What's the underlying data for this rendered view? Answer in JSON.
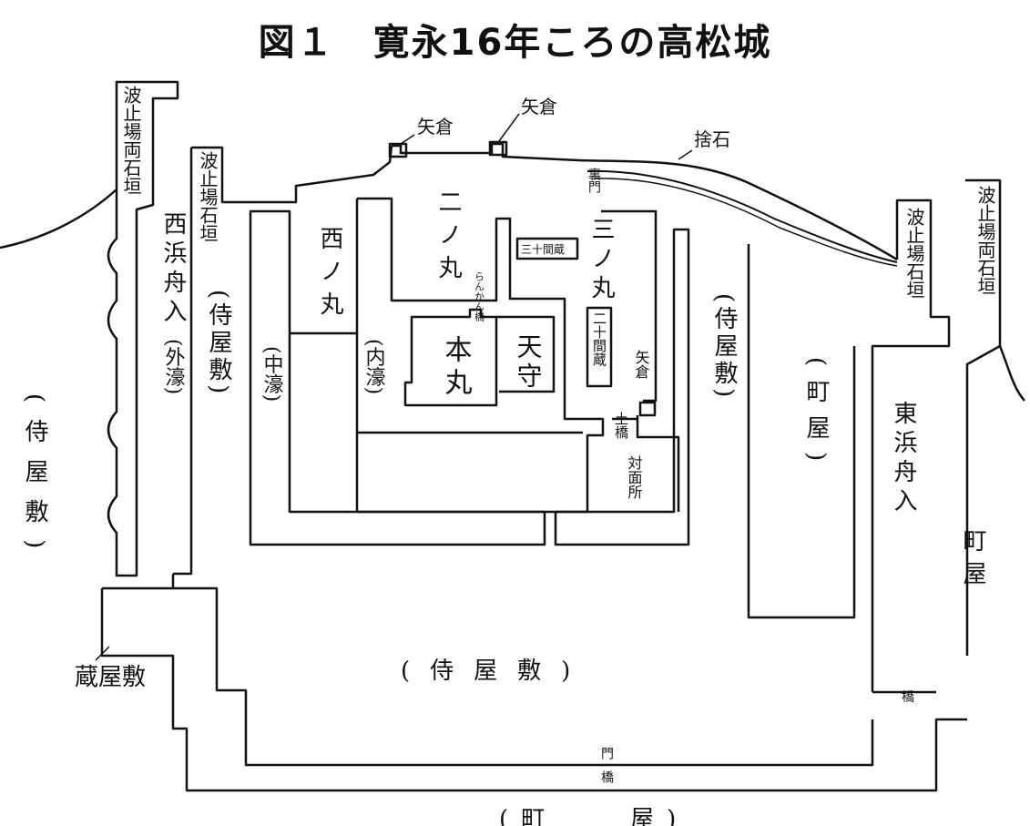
{
  "title": "図１　寛永16年ころの高松城",
  "labels": {
    "west_hama_funairi": "西浜舟入",
    "west_hama_moat_note": "(外濠)",
    "hatoba_ishigaki_west": "波止場両石垣",
    "hatoba_ishigaki_mid": "波止場石垣",
    "hatoba_ishigaki_east": "波止場石垣",
    "hatoba_ishigaki_far_east": "波止場両石垣",
    "samurai_yashiki_left": "(侍屋敷)",
    "samurai_yashiki_west": "(侍屋敷)",
    "samurai_yashiki_east": "(侍屋敷)",
    "samurai_yashiki_south": "(侍屋敷)",
    "nishi_no_maru": "西ノ丸",
    "ni_no_maru": "二ノ丸",
    "san_no_maru": "三ノ丸",
    "honmaru": "本丸",
    "tenshu": "天守",
    "naka_bori": "(中濠)",
    "uchi_bori": "(内濠)",
    "yagura_1": "矢倉",
    "yagura_2": "矢倉",
    "yagura_3": "矢倉",
    "sute_ishi": "捨石",
    "ura_mon": "裏門",
    "sanjukken_gura": "三十間蔵",
    "nijukken_gura": "二十間蔵",
    "rokan_bashi": "らんかん橋",
    "do_bashi": "土橋",
    "taimen_sho": "対面所",
    "machiya_east": "(町屋)",
    "machiya_far_east": "町屋",
    "machiya_bottom": "(町　　屋)",
    "higashi_hama_funairi": "東浜舟入",
    "kura_yashiki": "蔵屋敷",
    "bridge_east": "橋",
    "mon_bashi": "門橋"
  }
}
